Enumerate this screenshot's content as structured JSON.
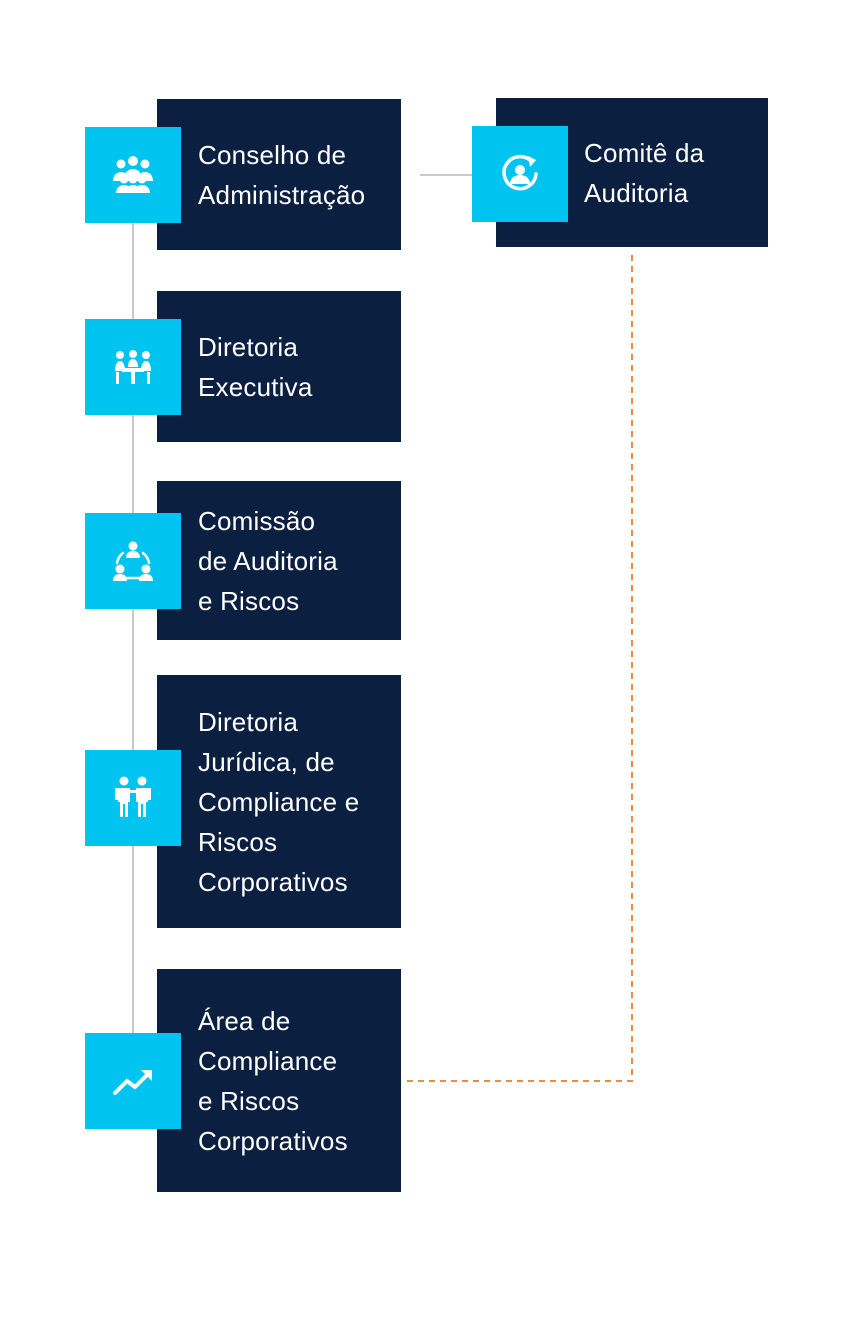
{
  "nodes": [
    {
      "id": "conselho",
      "label": "Conselho de\nAdministração",
      "icon": "group-icon"
    },
    {
      "id": "comite",
      "label": "Comitê da\nAuditoria",
      "icon": "refresh-user-icon"
    },
    {
      "id": "diretoria-executiva",
      "label": "Diretoria\nExecutiva",
      "icon": "meeting-table-icon"
    },
    {
      "id": "comissao",
      "label": "Comissão\nde Auditoria\ne Riscos",
      "icon": "team-cycle-icon"
    },
    {
      "id": "diretoria-juridica",
      "label": "Diretoria\nJurídica, de\nCompliance e\nRiscos\nCorporativos",
      "icon": "two-people-icon"
    },
    {
      "id": "area-compliance",
      "label": "Área de\nCompliance\ne Riscos\nCorporativos",
      "icon": "trend-up-icon"
    }
  ],
  "colors": {
    "box": "#0b1f40",
    "icon_tile": "#00c4f0",
    "solid_connector": "#c8c8c8",
    "dashed_connector": "#f08a3c"
  }
}
